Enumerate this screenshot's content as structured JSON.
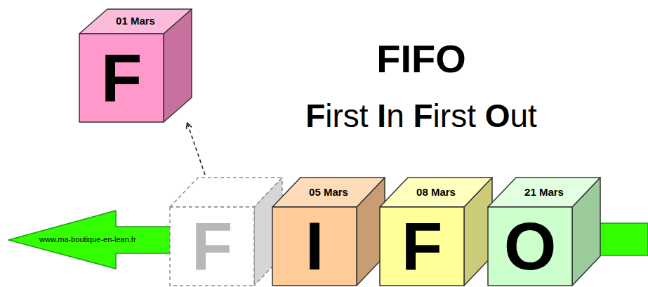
{
  "diagram": {
    "title": "FIFO",
    "nodes": [
      {
        "text": [
          "01 Mars",
          "F"
        ]
      },
      {
        "text": [
          "F"
        ]
      },
      {
        "text": [
          "05 Mars",
          "I"
        ]
      },
      {
        "text": [
          "08 Mars",
          "F"
        ]
      },
      {
        "text": [
          "21 Mars",
          "O"
        ]
      }
    ],
    "edges": [
      {
        "from": 1,
        "to": 0,
        "arrow": "to"
      }
    ],
    "labels": [
      "First In First Out",
      "www.ma-boutique-en-lean.fr"
    ]
  }
}
